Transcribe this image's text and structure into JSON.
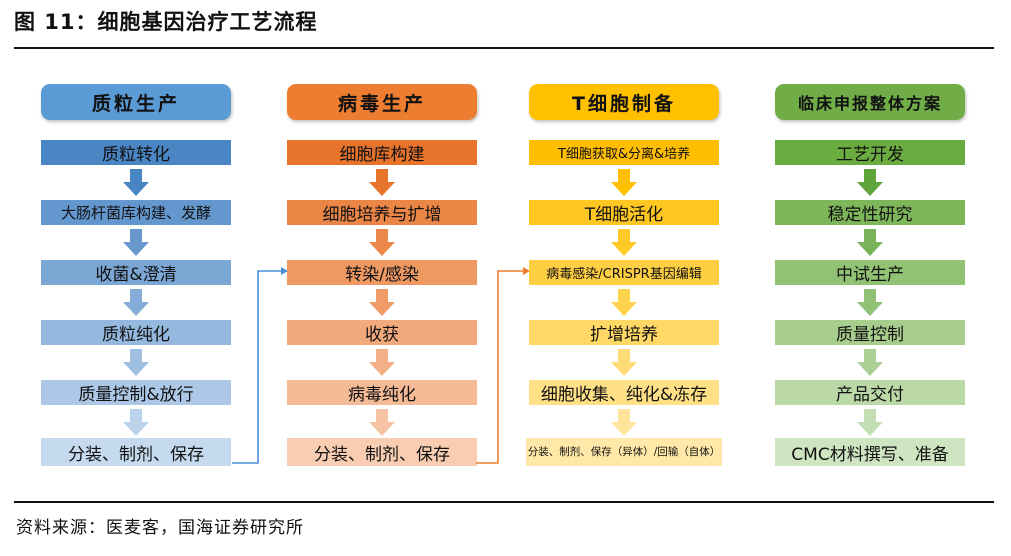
{
  "title": "图 11：细胞基因治疗工艺流程",
  "source": "资料来源：医麦客，国海证券研究所",
  "columns": [
    {
      "header": "质粒生产",
      "colors": {
        "header": "#5b9bd5",
        "step_top": "#4a86c4",
        "step_bottom": "#c5d9ef",
        "arrow_top": "#4a86c4",
        "arrow_bottom": "#bcd3ec"
      },
      "steps": [
        "质粒转化",
        "大肠杆菌库构建、发酵",
        "收菌&澄清",
        "质粒纯化",
        "质量控制&放行",
        "分装、制剂、保存"
      ]
    },
    {
      "header": "病毒生产",
      "colors": {
        "header": "#ed7d31",
        "step_top": "#e8742c",
        "step_bottom": "#f8cdb2",
        "arrow_top": "#e8742c",
        "arrow_bottom": "#f6c4a5"
      },
      "steps": [
        "细胞库构建",
        "细胞培养与扩增",
        "转染/感染",
        "收获",
        "病毒纯化",
        "分装、制剂、保存"
      ]
    },
    {
      "header": "T细胞制备",
      "colors": {
        "header": "#ffc000",
        "step_top": "#ffbf00",
        "step_bottom": "#ffe8a8",
        "arrow_top": "#ffc000",
        "arrow_bottom": "#ffe59c"
      },
      "steps": [
        "T细胞获取&分离&培养",
        "T细胞活化",
        "病毒感染/CRISPR基因编辑",
        "扩增培养",
        "细胞收集、纯化&冻存",
        "分装、制剂、保存（异体）/回输（自体）"
      ]
    },
    {
      "header": "临床申报整体方案",
      "colors": {
        "header": "#70ad47",
        "step_top": "#6aac3f",
        "step_bottom": "#cfe4c1",
        "arrow_top": "#5ea43a",
        "arrow_bottom": "#c4deb4"
      },
      "steps": [
        "工艺开发",
        "稳定性研究",
        "中试生产",
        "质量控制",
        "产品交付",
        "CMC材料撰写、准备"
      ]
    }
  ],
  "connector_colors": {
    "blue": "#4a90d9",
    "orange": "#ed7d31"
  }
}
